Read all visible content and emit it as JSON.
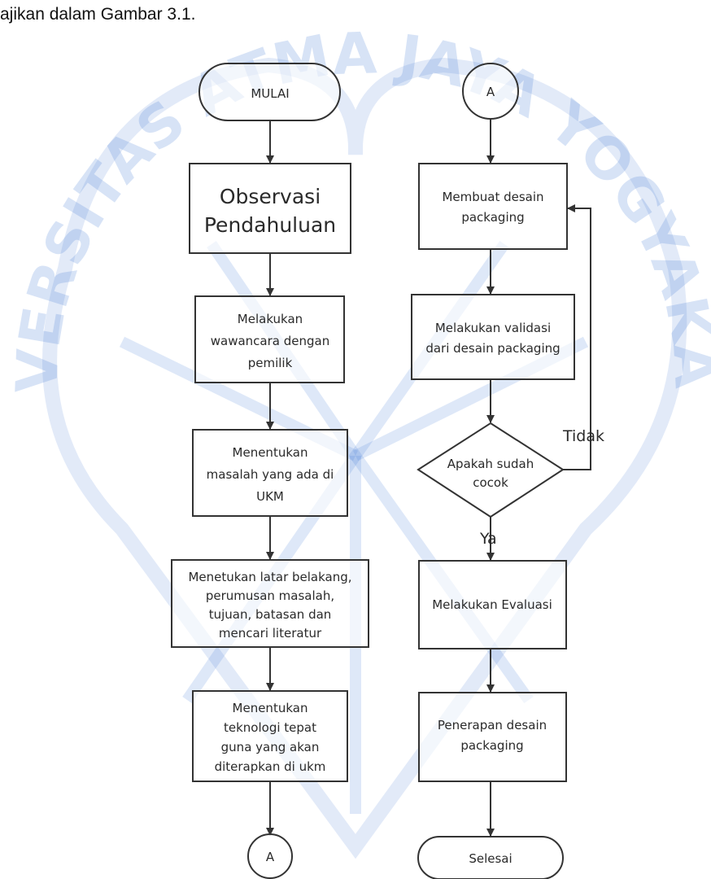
{
  "intro_text": "ajikan dalam Gambar 3.1.",
  "watermark": "UNIVERSITAS ATMA JAYA YOGYAKARTA",
  "nodes": {
    "mulai": "MULAI",
    "observasi": [
      "Observasi",
      "Pendahuluan"
    ],
    "wawancara": [
      "Melakukan",
      "wawancara dengan",
      "pemilik"
    ],
    "masalah": [
      "Menentukan",
      "masalah yang ada di",
      "UKM"
    ],
    "latar": [
      "Menetukan latar belakang,",
      "perumusan masalah,",
      "tujuan, batasan dan",
      "mencari literatur"
    ],
    "teknologi": [
      "Menentukan",
      "teknologi tepat",
      "guna yang akan",
      "diterapkan di ukm"
    ],
    "connector_a_bottom": "A",
    "connector_a_top": "A",
    "membuat": [
      "Membuat desain",
      "packaging"
    ],
    "validasi": [
      "Melakukan validasi",
      "dari desain packaging"
    ],
    "decision": [
      "Apakah sudah",
      "cocok"
    ],
    "evaluasi": "Melakukan Evaluasi",
    "penerapan": [
      "Penerapan desain",
      "packaging"
    ],
    "selesai": "Selesai"
  },
  "labels": {
    "tidak": "Tidak",
    "ya": "Ya"
  },
  "colors": {
    "watermark": "#4a7fd6",
    "stroke": "#3a3a3a"
  }
}
